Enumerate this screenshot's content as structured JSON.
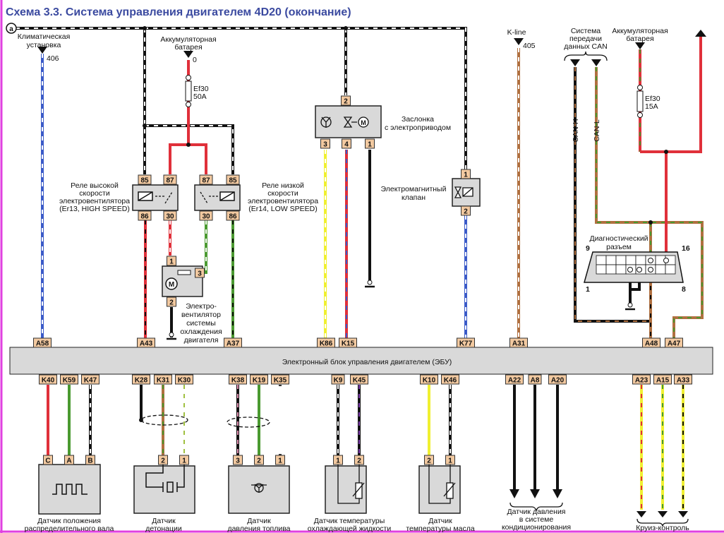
{
  "title": "Схема 3.3. Система управления двигателем 4D20 (окончание)",
  "bus_marker": "a",
  "labels": {
    "climate": [
      "Климатическая",
      "установка"
    ],
    "climate_num": "406",
    "battery1": [
      "Аккумуляторная",
      "батарея"
    ],
    "battery1_num": "0",
    "fuse1": [
      "Ef30",
      "50A"
    ],
    "relay_high": [
      "Реле высокой",
      "скорости",
      "электровентилятора",
      "(Er13, HIGH SPEED)"
    ],
    "relay_low": [
      "Реле низкой",
      "скорости",
      "электровентилятора",
      "(Er14, LOW SPEED)"
    ],
    "fan": [
      "Электро-",
      "вентилятор",
      "системы",
      "охлаждения",
      "двигателя"
    ],
    "damper": [
      "Заслонка",
      "с электроприводом"
    ],
    "solenoid": [
      "Электромагнитный",
      "клапан"
    ],
    "kline": "K-line",
    "kline_num": "405",
    "can": [
      "Система",
      "передачи",
      "данных CAN"
    ],
    "can_h": "CAN-H",
    "can_l": "CAN-L",
    "battery2": [
      "Аккумуляторная",
      "батарея"
    ],
    "fuse2": [
      "Ef30",
      "15A"
    ],
    "diag": [
      "Диагностический",
      "разъем"
    ],
    "diag_pins": [
      "9",
      "16",
      "1",
      "8"
    ],
    "ecu": "Электронный блок управления двигателем (ЭБУ)",
    "cam": [
      "Датчик положения",
      "распределительного вала"
    ],
    "knock": [
      "Датчик",
      "детонации"
    ],
    "fuel": [
      "Датчик",
      "давления топлива"
    ],
    "coolant": [
      "Датчик температуры",
      "охлаждающей жидкости"
    ],
    "oil": [
      "Датчик",
      "температуры масла"
    ],
    "ac": [
      "Датчик давления",
      "в системе",
      "кондиционирования"
    ],
    "cruise": "Круиз-контроль"
  },
  "ecu_top_pins": [
    "A58",
    "A43",
    "A37",
    "K86",
    "K15",
    "K77",
    "A31",
    "A48",
    "A47"
  ],
  "ecu_bottom_pins": [
    "K40",
    "K59",
    "K47",
    "K28",
    "K31",
    "K30",
    "K38",
    "K19",
    "K35",
    "K9",
    "K45",
    "K10",
    "K46",
    "A22",
    "A8",
    "A20",
    "A23",
    "A15",
    "A33"
  ],
  "device_pins": {
    "relay_high": [
      "85",
      "87",
      "86",
      "30"
    ],
    "relay_low": [
      "87",
      "85",
      "30",
      "86"
    ],
    "fan": [
      "1",
      "3",
      "2"
    ],
    "damper": [
      "2",
      "3",
      "4",
      "1"
    ],
    "solenoid": [
      "1",
      "2"
    ],
    "cam": [
      "C",
      "A",
      "B"
    ],
    "knock": [
      "2",
      "1"
    ],
    "fuel": [
      "3",
      "2",
      "1"
    ],
    "coolant": [
      "1",
      "2"
    ],
    "oil": [
      "2",
      "1"
    ]
  },
  "colors": {
    "title": "#3b4aa0",
    "pin_fill": "#f2c9a0",
    "ecu_fill": "#d9d9d9",
    "border": "#e040e0"
  }
}
